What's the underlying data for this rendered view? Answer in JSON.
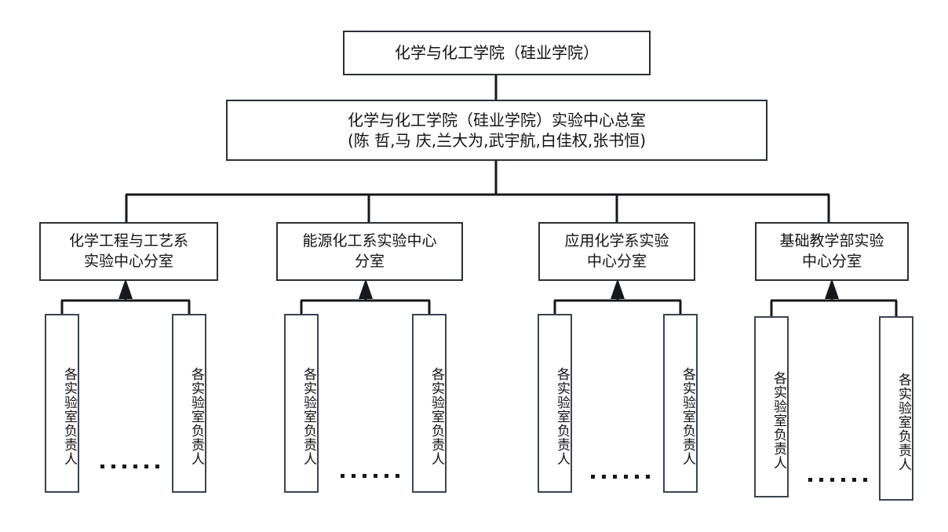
{
  "diagram": {
    "title_node": {
      "id": "root",
      "lines": [
        "化学与化工学院（硅业学院）"
      ]
    },
    "center_node": {
      "id": "center",
      "lines": [
        "化学与化工学院（硅业学院）实验中心总室",
        "(陈 哲,马 庆,兰大为,武宇航,白佳权,张书恒)"
      ],
      "members": [
        "陈 哲",
        "马 庆",
        "兰大为",
        "武宇航",
        "白佳权",
        "张书恒"
      ]
    },
    "departments": [
      {
        "id": "dept-0",
        "lines": [
          "化学工程与工艺系",
          "实验中心分室"
        ]
      },
      {
        "id": "dept-1",
        "lines": [
          "能源化工系实验中心",
          "分室"
        ]
      },
      {
        "id": "dept-2",
        "lines": [
          "应用化学系实验",
          "中心分室"
        ]
      },
      {
        "id": "dept-3",
        "lines": [
          "基础教学部实验",
          "中心分室"
        ]
      }
    ],
    "leaf_label": "各实验室负责人",
    "leaves": [
      {
        "id": "leaf-0-left",
        "label": "各实验室负责人"
      },
      {
        "id": "leaf-0-right",
        "label": "各实验室负责人"
      },
      {
        "id": "leaf-1-left",
        "label": "各实验室负责人"
      },
      {
        "id": "leaf-1-right",
        "label": "各实验室负责人"
      },
      {
        "id": "leaf-2-left",
        "label": "各实验室负责人"
      },
      {
        "id": "leaf-2-right",
        "label": "各实验室负责人"
      },
      {
        "id": "leaf-3-left",
        "label": "各实验室负责人"
      },
      {
        "id": "leaf-3-right",
        "label": "各实验室负责人"
      }
    ],
    "ellipsis_marks": [
      "……",
      "……",
      "……",
      "……"
    ],
    "colors": {
      "background": "#ffffff",
      "box_border": "#2b2f36",
      "leaf_border": "#3c4450",
      "connector": "#16181c",
      "text": "#121212"
    }
  }
}
